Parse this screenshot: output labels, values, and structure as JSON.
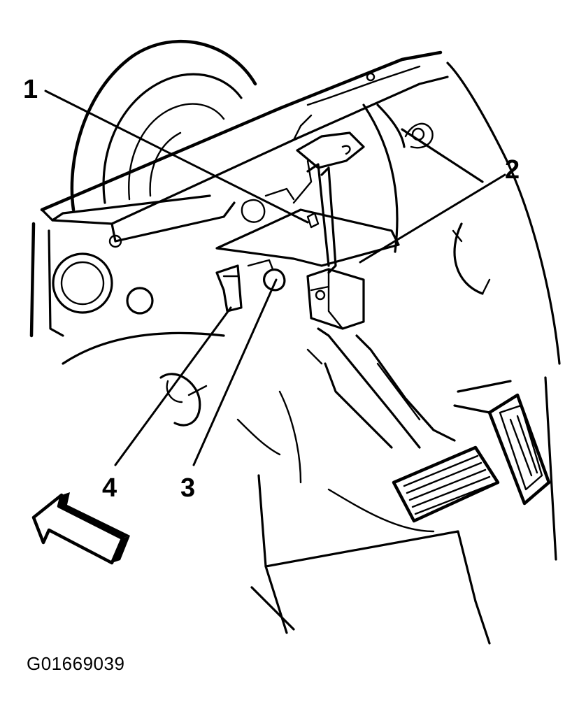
{
  "figure": {
    "id": "G01669039"
  },
  "callouts": {
    "c1": "1",
    "c2": "2",
    "c3": "3",
    "c4": "4"
  },
  "icons": {
    "direction_arrow": "front-direction-arrow-icon",
    "parts": [
      "brake-pedal",
      "accelerator-pedal",
      "pedal-bracket",
      "sensor-module",
      "clip",
      "retainer",
      "wheel-well",
      "floor-panel"
    ]
  },
  "colors": {
    "line": "#000000",
    "background": "#ffffff"
  }
}
